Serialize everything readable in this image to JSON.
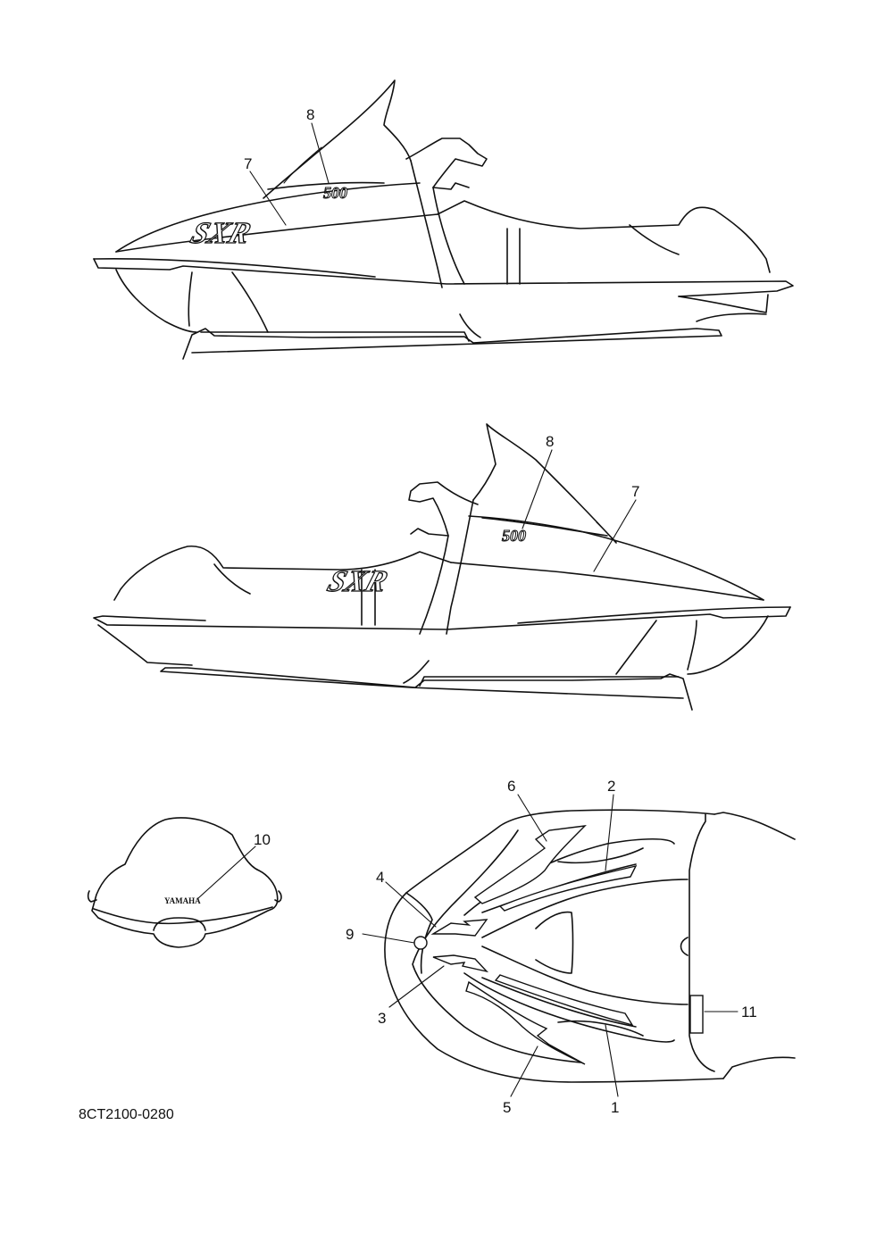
{
  "diagram": {
    "drawing_code": "8CT2100-0280",
    "logo_model": "SXR",
    "logo_number": "500",
    "windshield_brand": "YAMAHA",
    "callouts": {
      "c1": "1",
      "c2": "2",
      "c3": "3",
      "c4": "4",
      "c5": "5",
      "c6": "6",
      "c7": "7",
      "c8": "8",
      "c9": "9",
      "c10": "10",
      "c11": "11"
    }
  }
}
